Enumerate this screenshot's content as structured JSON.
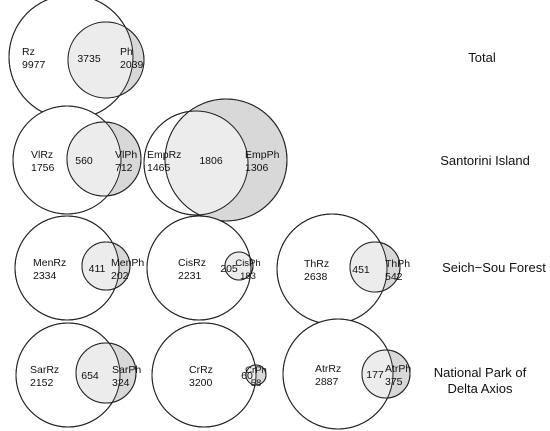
{
  "colors": {
    "rz_fill": "#ffffff",
    "ph_fill": "#d8d8d8",
    "overlap_fill": "#ececec",
    "stroke": "#222222"
  },
  "rows": [
    {
      "label_lines": [
        "Total"
      ]
    },
    {
      "label_lines": [
        "Santorini Island"
      ]
    },
    {
      "label_lines": [
        "Seich−Sou Forest"
      ]
    },
    {
      "label_lines": [
        "National Park of",
        "Delta Axios"
      ]
    }
  ],
  "venns": [
    {
      "row": 0,
      "rz_name": "Rz",
      "rz_count": "9977",
      "overlap": "3735",
      "ph_name": "Ph",
      "ph_count": "2039"
    },
    {
      "row": 1,
      "rz_name": "VlRz",
      "rz_count": "1756",
      "overlap": "560",
      "ph_name": "VlPh",
      "ph_count": "712"
    },
    {
      "row": 1,
      "rz_name": "EmpRz",
      "rz_count": "1465",
      "overlap": "1806",
      "ph_name": "EmpPh",
      "ph_count": "1306"
    },
    {
      "row": 2,
      "rz_name": "MenRz",
      "rz_count": "2334",
      "overlap": "411",
      "ph_name": "MenPh",
      "ph_count": "202"
    },
    {
      "row": 2,
      "rz_name": "CisRz",
      "rz_count": "2231",
      "overlap": "205",
      "ph_name": "CisPh",
      "ph_count": "183"
    },
    {
      "row": 2,
      "rz_name": "ThRz",
      "rz_count": "2638",
      "overlap": "451",
      "ph_name": "ThPh",
      "ph_count": "542"
    },
    {
      "row": 3,
      "rz_name": "SarRz",
      "rz_count": "2152",
      "overlap": "654",
      "ph_name": "SarPh",
      "ph_count": "324"
    },
    {
      "row": 3,
      "rz_name": "CrRz",
      "rz_count": "3200",
      "overlap": "60",
      "ph_name": "CrPh",
      "ph_count": "58"
    },
    {
      "row": 3,
      "rz_name": "AtrRz",
      "rz_count": "2887",
      "overlap": "177",
      "ph_name": "AtrPh",
      "ph_count": "375"
    }
  ]
}
